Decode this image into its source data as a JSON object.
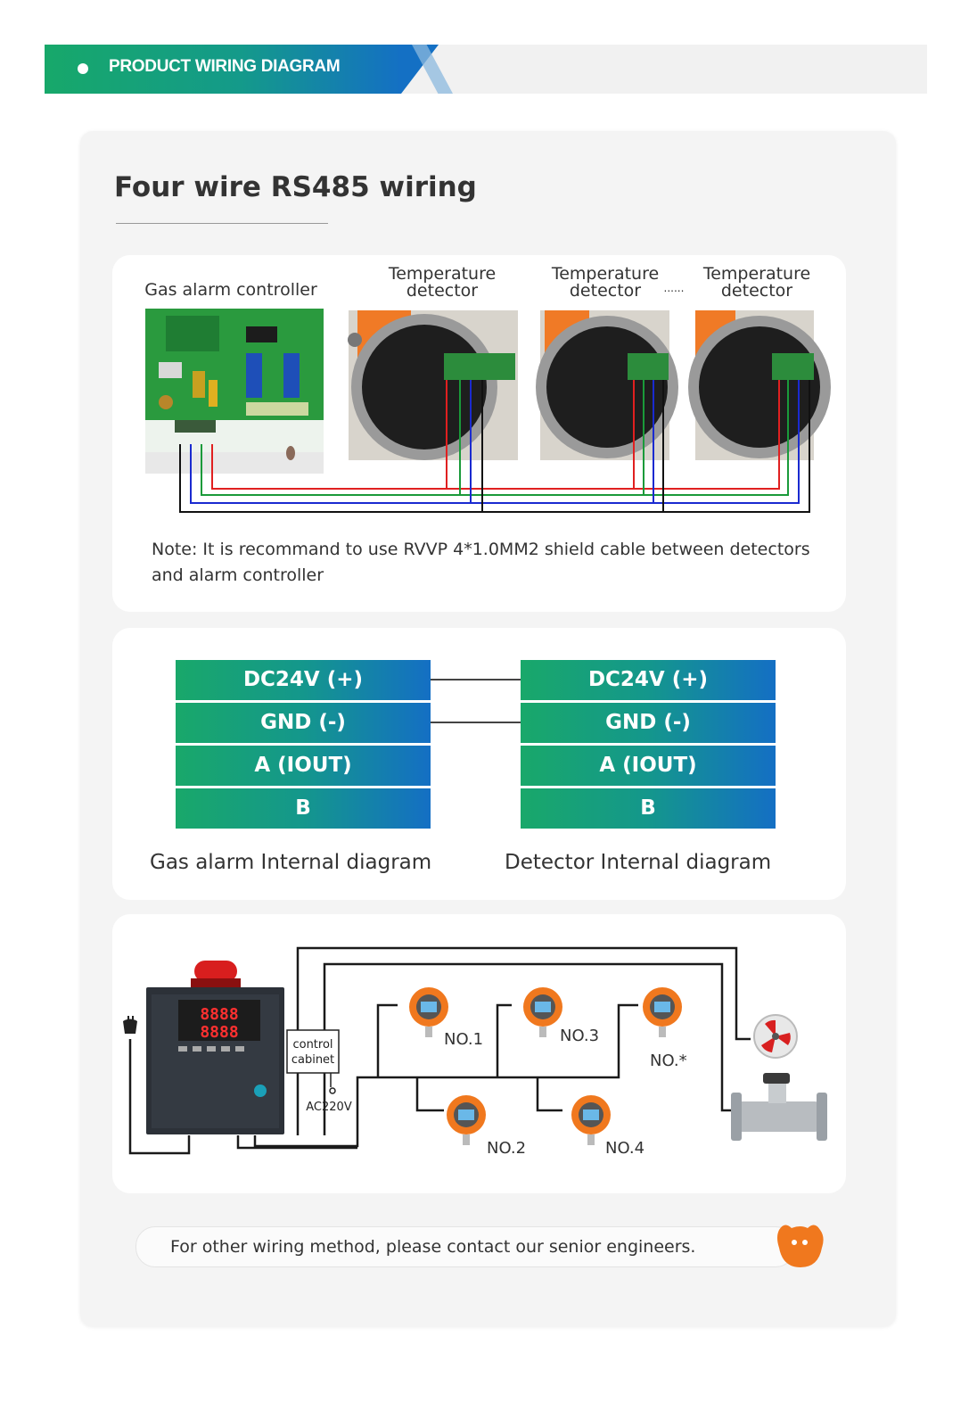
{
  "header": {
    "title": "PRODUCT WIRING DIAGRAM"
  },
  "section": {
    "title": "Four wire RS485 wiring"
  },
  "wiring_photo": {
    "controller_label": "Gas alarm controller",
    "detectors": [
      {
        "label": [
          "Temperature",
          "detector"
        ]
      },
      {
        "label": [
          "Temperature",
          "detector"
        ]
      },
      {
        "label": [
          "Temperature",
          "detector"
        ]
      }
    ],
    "ellipsis": "......",
    "note": "Note: It is recommand to use RVVP 4*1.0MM2 shield cable between detectors and alarm controller",
    "wire_colors": {
      "red": "#e02020",
      "green": "#1a9a3a",
      "blue": "#1a2ad0",
      "black": "#111111"
    }
  },
  "internal": {
    "terminals": [
      "DC24V (+)",
      "GND (-)",
      "A (IOUT)",
      "B"
    ],
    "left_label": "Gas alarm Internal diagram",
    "right_label": "Detector Internal diagram"
  },
  "system": {
    "control_cabinet": [
      "control",
      "cabinet"
    ],
    "ac_label": "AC220V",
    "detectors": [
      "NO.1",
      "NO.3",
      "NO.*",
      "NO.2",
      "NO.4"
    ],
    "display_digits": [
      "8888",
      "8888"
    ]
  },
  "footer": {
    "text": "For other wiring method, please contact our senior engineers."
  },
  "colors": {
    "accent_green": "#17a86a",
    "accent_blue": "#1470c4",
    "orange": "#f0781e"
  }
}
